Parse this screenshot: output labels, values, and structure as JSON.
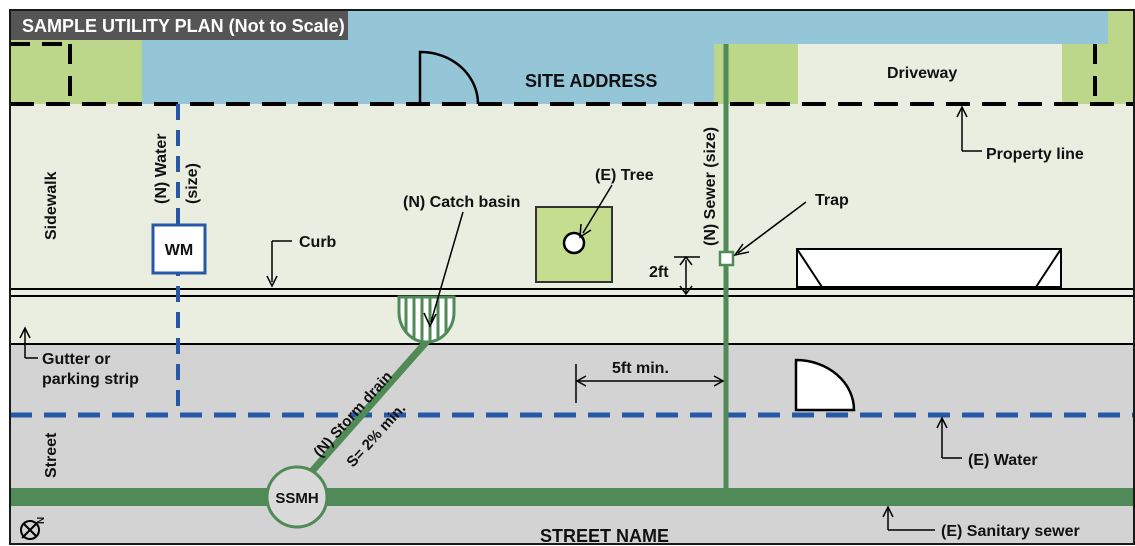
{
  "title": "SAMPLE UTILITY PLAN (Not to Scale)",
  "labels": {
    "site_address": "SITE ADDRESS",
    "driveway": "Driveway",
    "property_line": "Property line",
    "sidewalk": "Sidewalk",
    "water_service_line1": "(N) Water",
    "water_service_line2": "(size)",
    "water_meter": "WM",
    "curb": "Curb",
    "catch_basin": "(N) Catch basin",
    "tree": "(E) Tree",
    "sewer_service": "(N) Sewer (size)",
    "trap": "Trap",
    "two_ft": "2ft",
    "gutter_line1": "Gutter or",
    "gutter_line2": "parking strip",
    "storm_drain": "(N) Storm drain",
    "slope": "S= 2% min.",
    "five_ft": "5ft min.",
    "street": "Street",
    "existing_water": "(E) Water",
    "ssmh": "SSMH",
    "street_name": "STREET NAME",
    "sanitary_sewer": "(E) Sanitary sewer",
    "north_letter": "N"
  },
  "colors": {
    "sky": "#95c6d8",
    "lawn": "#bdd78a",
    "sidewalk": "#eaeee0",
    "street": "#d3d3d3",
    "sewer": "#4f8a57",
    "water": "#2658a7",
    "tree_box": "#c4dd8e",
    "title_bg": "#555555",
    "border": "#1a1a1a"
  }
}
